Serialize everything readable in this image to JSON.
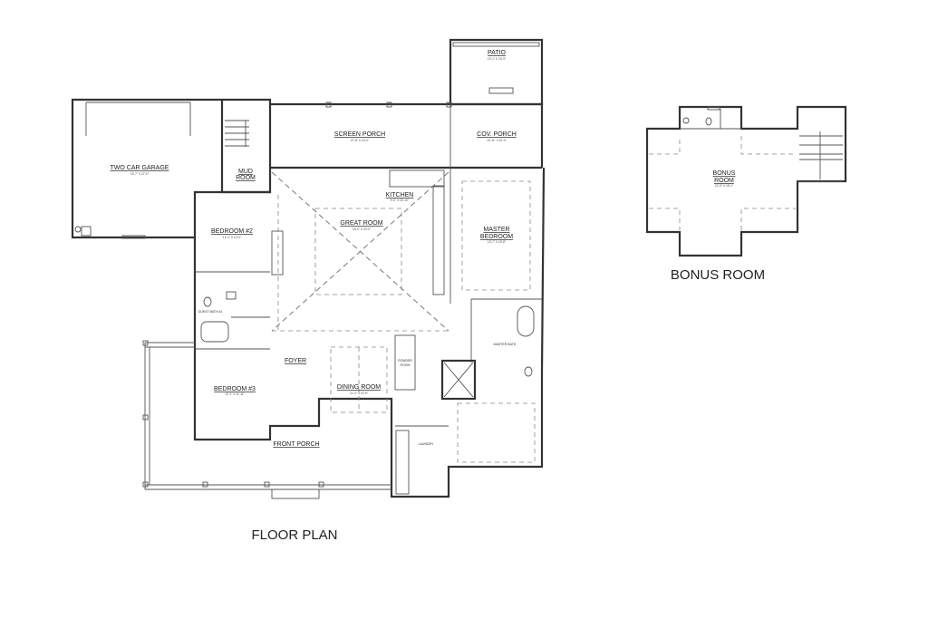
{
  "plans": {
    "floor_plan": {
      "title": "FLOOR PLAN",
      "rooms": [
        {
          "name": "PATIO",
          "dim": "13'-1\" X 13'-9\""
        },
        {
          "name": "SCREEN PORCH",
          "dim": "27'-8\" X 10'-0\""
        },
        {
          "name": "COV. PORCH",
          "dim": "13'-11\" X 10'-0\""
        },
        {
          "name": "TWO CAR GARAGE",
          "dim": "22'-7\" X 27'-0\""
        },
        {
          "name": "MUD",
          "name2": "ROOM"
        },
        {
          "name": "KITCHEN",
          "dim": "9'-0\" X 20'-10\""
        },
        {
          "name": "GREAT ROOM",
          "dim": "18'-0\" X 20'-0\""
        },
        {
          "name": "MASTER",
          "name2": "BEDROOM",
          "dim": "13'-7\" X 19'-8\""
        },
        {
          "name": "BEDROOM #2",
          "dim": "12'-1\" X 12'-0\""
        },
        {
          "name": "GUEST BATH #1"
        },
        {
          "name": "FOYER"
        },
        {
          "name": "DINING ROOM",
          "dim": "11'-0\" X 13'-9\""
        },
        {
          "name": "POWDER",
          "name2": "ROOM"
        },
        {
          "name": "MASTER BATH"
        },
        {
          "name": "BEDROOM #3",
          "dim": "12'-1\" X 11'-11\""
        },
        {
          "name": "FRONT PORCH"
        },
        {
          "name": "LAUNDRY"
        }
      ]
    },
    "bonus_plan": {
      "title": "BONUS ROOM",
      "room": {
        "name": "BONUS",
        "name2": "ROOM",
        "dim": "22'-9\" X 18'-1\""
      }
    }
  }
}
